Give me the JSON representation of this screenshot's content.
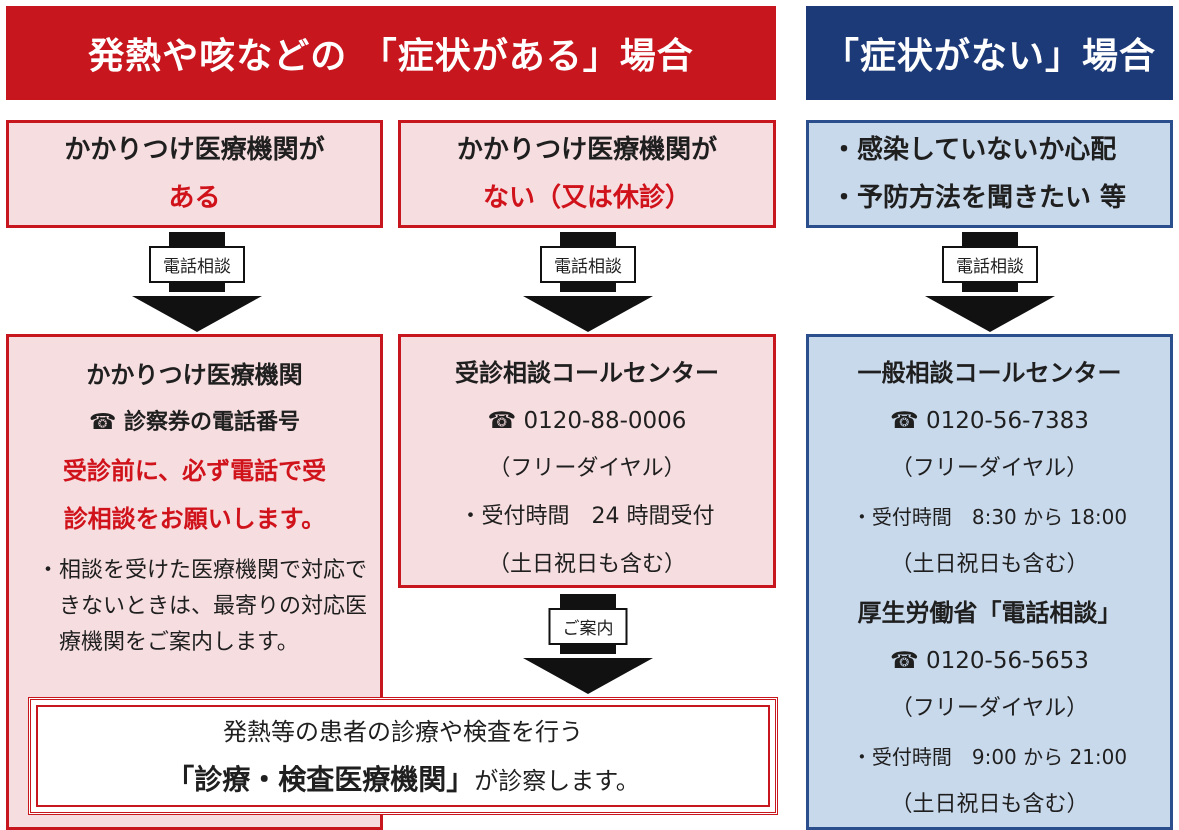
{
  "headers": {
    "symptoms": "発熱や咳などの 「症状がある」場合",
    "no_symptoms": "「症状がない」場合"
  },
  "col1": {
    "condition_line1": "かかりつけ医療機関が",
    "condition_line2": "ある",
    "arrow_label": "電話相談",
    "title": "かかりつけ医療機関",
    "phone": "☎ 診察券の電話番号",
    "warning_line1": "受診前に、必ず電話で受",
    "warning_line2": "診相談をお願いします。",
    "note": "・相談を受けた医療機関で対応できないときは、最寄りの対応医療機関をご案内します。"
  },
  "col2": {
    "condition_line1": "かかりつけ医療機関が",
    "condition_line2": "ない（又は休診）",
    "arrow_label": "電話相談",
    "title": "受診相談コールセンター",
    "phone": "☎ 0120-88-0006",
    "free_dial": "（フリーダイヤル）",
    "hours": "・受付時間　24 時間受付",
    "holidays": "（土日祝日も含む）",
    "arrow2_label": "ご案内"
  },
  "col3": {
    "condition_line1": "・感染していないか心配",
    "condition_line2": "・予防方法を聞きたい 等",
    "arrow_label": "電話相談",
    "title": "一般相談コールセンター",
    "phone": "☎ 0120-56-7383",
    "free_dial": "（フリーダイヤル）",
    "hours": "・受付時間　8:30 から 18:00",
    "holidays": "（土日祝日も含む）",
    "title2": "厚生労働省「電話相談」",
    "phone2": "☎ 0120-56-5653",
    "free_dial2": "（フリーダイヤル）",
    "hours2": "・受付時間　9:00 から 21:00",
    "holidays2": "（土日祝日も含む）"
  },
  "bottom": {
    "line1": "発熱等の患者の診療や検査を行う",
    "line2_bold": "「診療・検査医療機関」",
    "line2_rest": "が診察します。"
  },
  "colors": {
    "red": "#c8161e",
    "navy": "#1d3a78",
    "pink_fill": "#f6dde0",
    "blue_fill": "#c9d9ec"
  }
}
